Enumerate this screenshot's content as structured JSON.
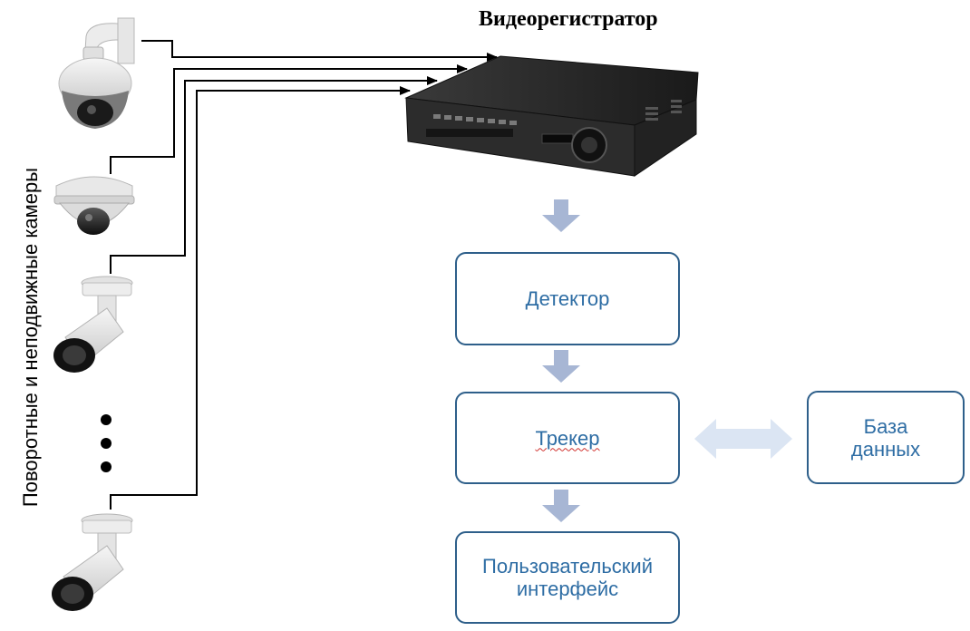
{
  "title": "Видеорегистратор",
  "side_label": "Поворотные и неподвижные камеры",
  "boxes": {
    "detector": "Детектор",
    "tracker": "Трекер",
    "database": "База\nданных",
    "ui": "Пользовательский\nинтерфейс"
  },
  "colors": {
    "box_border": "#2e5f8a",
    "box_text": "#2e6da4",
    "flow_arrow": "#a7b6d4",
    "double_arrow": "#dbe5f3"
  },
  "icons": [
    "ptz-dome-camera-icon",
    "dome-camera-icon",
    "bullet-camera-icon",
    "bullet-camera-icon",
    "dvr-recorder-icon"
  ]
}
